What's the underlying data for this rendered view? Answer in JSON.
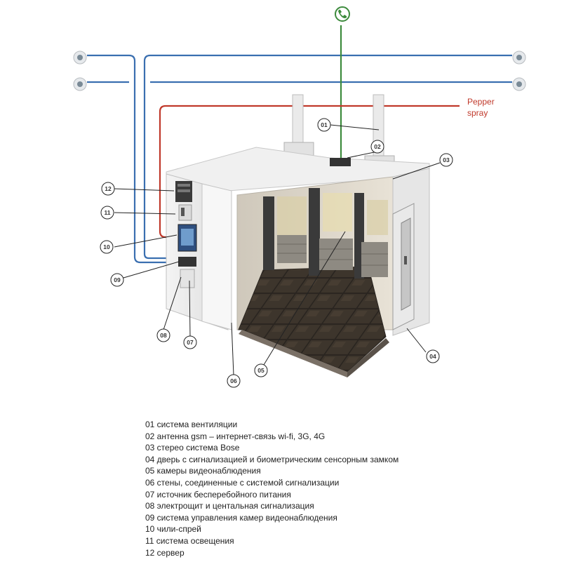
{
  "pepper_label": {
    "line1": "Pepper",
    "line2": "spray"
  },
  "callouts": [
    "01",
    "02",
    "03",
    "04",
    "05",
    "06",
    "07",
    "08",
    "09",
    "10",
    "11",
    "12"
  ],
  "legend": [
    "01 система вентиляции",
    "02 антенна gsm – интернет-связь wi-fi, 3G, 4G",
    "03 стерео система Bose",
    "04 дверь с сигнализацией и биометрическим сенсорным замком",
    "05 камеры видеонаблюдения",
    "06 стены, соединенные с системой сигнализации",
    "07 источник бесперебойного питания",
    "08 электрощит и центальная сигнализация",
    "09 система управления камер видеонаблюдения",
    "10 чили-спрей",
    "11 система освещения",
    "12 сервер"
  ],
  "colors": {
    "camera_line": "#3a6fb0",
    "phone_line": "#3d8b3d",
    "pepper_line": "#c0392b"
  },
  "icons": {
    "phone": "phone-icon",
    "camera": "camera-icon"
  }
}
